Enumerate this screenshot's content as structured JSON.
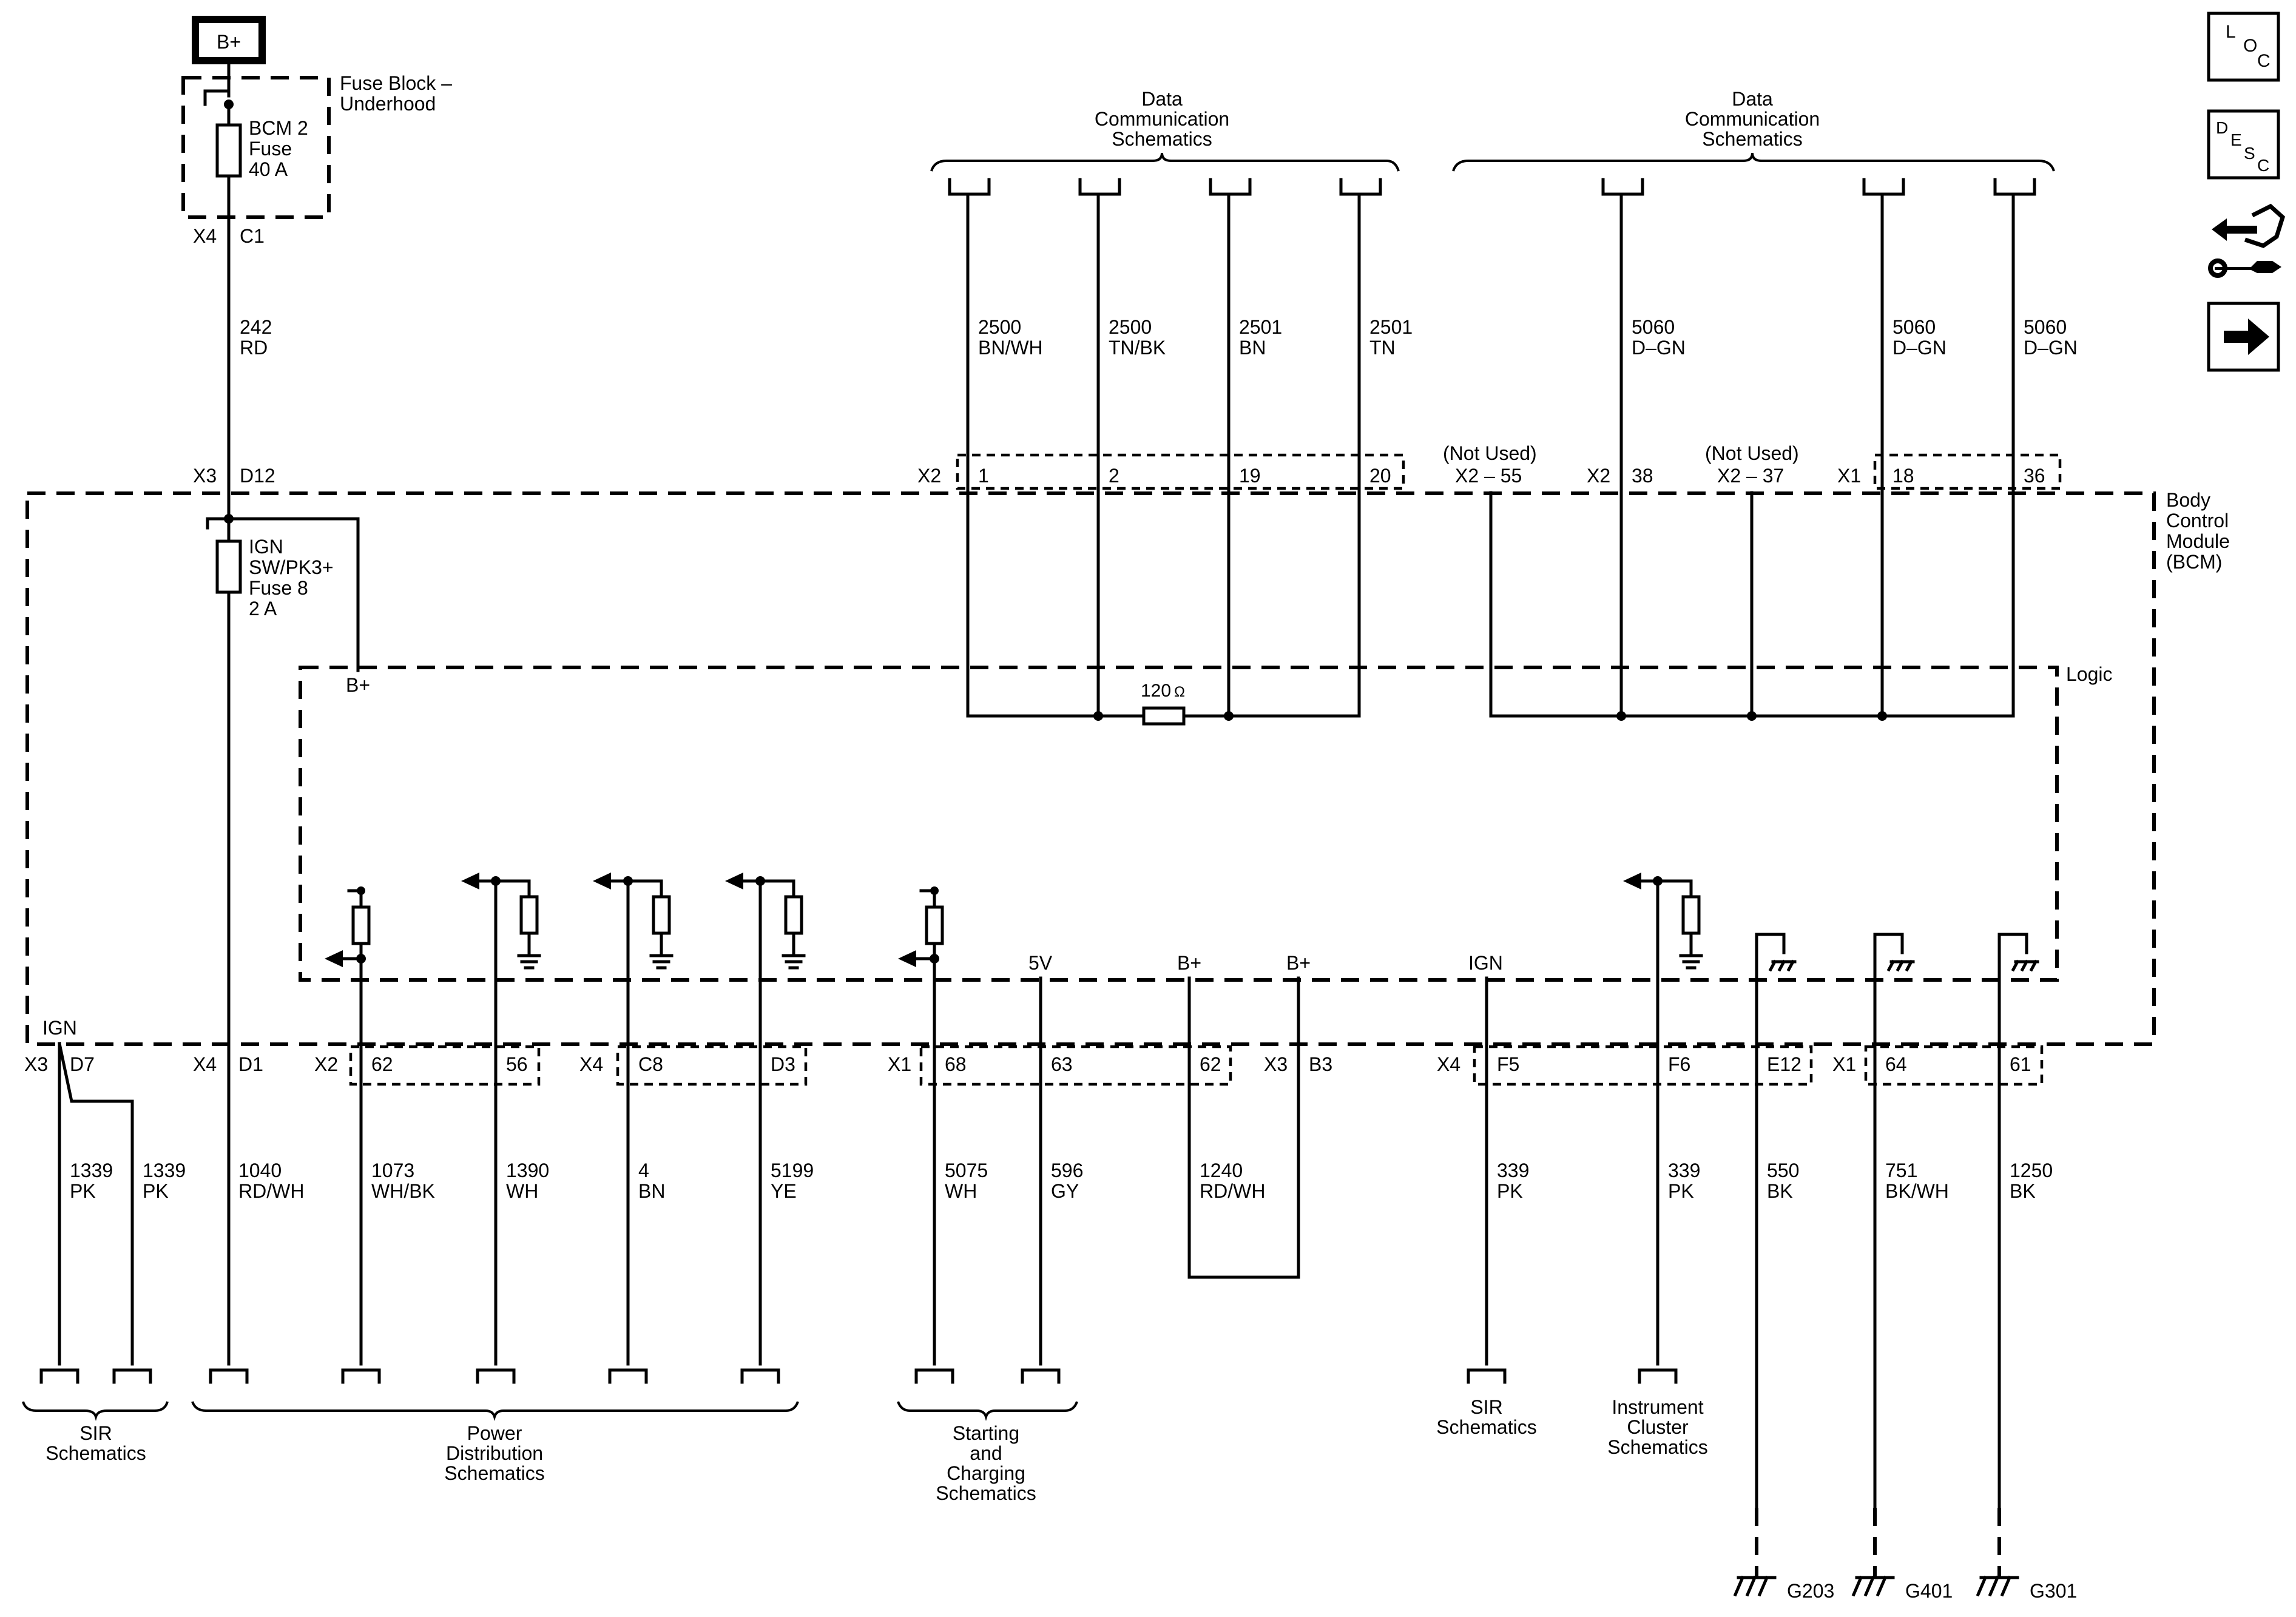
{
  "power": {
    "source": "B+",
    "fuse_block": [
      "Fuse Block –",
      "Underhood"
    ],
    "bcm2_fuse": [
      "BCM 2",
      "Fuse",
      "40 A"
    ],
    "x4_top": "X4",
    "c1": "C1",
    "feed_circuit": "242",
    "feed_color": "RD",
    "x3_top": "X3",
    "d12": "D12",
    "ign_fuse": [
      "IGN",
      "SW/PK3+",
      "Fuse 8",
      "2 A"
    ],
    "logic_bplus": "B+"
  },
  "module": {
    "title": [
      "Body",
      "Control",
      "Module",
      "(BCM)"
    ],
    "logic": "Logic",
    "resistor": "120",
    "ohm": "Ω"
  },
  "data_comm": {
    "title_left": [
      "Data",
      "Communication",
      "Schematics"
    ],
    "title_right": [
      "Data",
      "Communication",
      "Schematics"
    ],
    "wires": [
      {
        "circuit": "2500",
        "color": "BN/WH",
        "pin": "1"
      },
      {
        "circuit": "2500",
        "color": "TN/BK",
        "pin": "2"
      },
      {
        "circuit": "2501",
        "color": "BN",
        "pin": "19"
      },
      {
        "circuit": "2501",
        "color": "TN",
        "pin": "20"
      },
      {
        "circuit": "5060",
        "color": "D–GN",
        "pin": "38"
      },
      {
        "circuit": "5060",
        "color": "D–GN",
        "pin": "18"
      },
      {
        "circuit": "5060",
        "color": "D–GN",
        "pin": "36"
      }
    ],
    "x2_left": "X2",
    "x2_mid": "X2",
    "x1_right": "X1",
    "not_used_1": "(Not Used)",
    "not_used_1_pin": "X2 – 55",
    "not_used_2": "(Not Used)",
    "not_used_2_pin": "X2 – 37"
  },
  "bottom": {
    "ign": "IGN",
    "connectors": [
      "X3",
      "D7",
      "X4",
      "D1",
      "X2",
      "62",
      "56",
      "X4",
      "C8",
      "D3",
      "X1",
      "68",
      "63",
      "62",
      "X3",
      "B3",
      "X4",
      "F5",
      "F6",
      "E12",
      "X1",
      "64",
      "61"
    ],
    "supply": [
      "5V",
      "B+",
      "B+",
      "IGN"
    ],
    "wires": [
      {
        "circuit": "1339",
        "color": "PK"
      },
      {
        "circuit": "1339",
        "color": "PK"
      },
      {
        "circuit": "1040",
        "color": "RD/WH"
      },
      {
        "circuit": "1073",
        "color": "WH/BK"
      },
      {
        "circuit": "1390",
        "color": "WH"
      },
      {
        "circuit": "4",
        "color": "BN"
      },
      {
        "circuit": "5199",
        "color": "YE"
      },
      {
        "circuit": "5075",
        "color": "WH"
      },
      {
        "circuit": "596",
        "color": "GY"
      },
      {
        "circuit": "1240",
        "color": "RD/WH"
      },
      {
        "circuit": "339",
        "color": "PK"
      },
      {
        "circuit": "339",
        "color": "PK"
      },
      {
        "circuit": "550",
        "color": "BK"
      },
      {
        "circuit": "751",
        "color": "BK/WH"
      },
      {
        "circuit": "1250",
        "color": "BK"
      }
    ],
    "groups": {
      "sir": [
        "SIR",
        "Schematics"
      ],
      "power_dist": [
        "Power",
        "Distribution",
        "Schematics"
      ],
      "starting": [
        "Starting",
        "and",
        "Charging",
        "Schematics"
      ],
      "sir2": [
        "SIR",
        "Schematics"
      ],
      "cluster": [
        "Instrument",
        "Cluster",
        "Schematics"
      ]
    },
    "grounds": [
      "G203",
      "G401",
      "G301"
    ]
  },
  "nav": {
    "loc": [
      "L",
      "O",
      "C"
    ],
    "desc": [
      "D",
      "E",
      "S",
      "C"
    ],
    "icons": [
      "loc-icon",
      "desc-icon",
      "connector-tools-icon",
      "next-arrow-icon"
    ]
  }
}
